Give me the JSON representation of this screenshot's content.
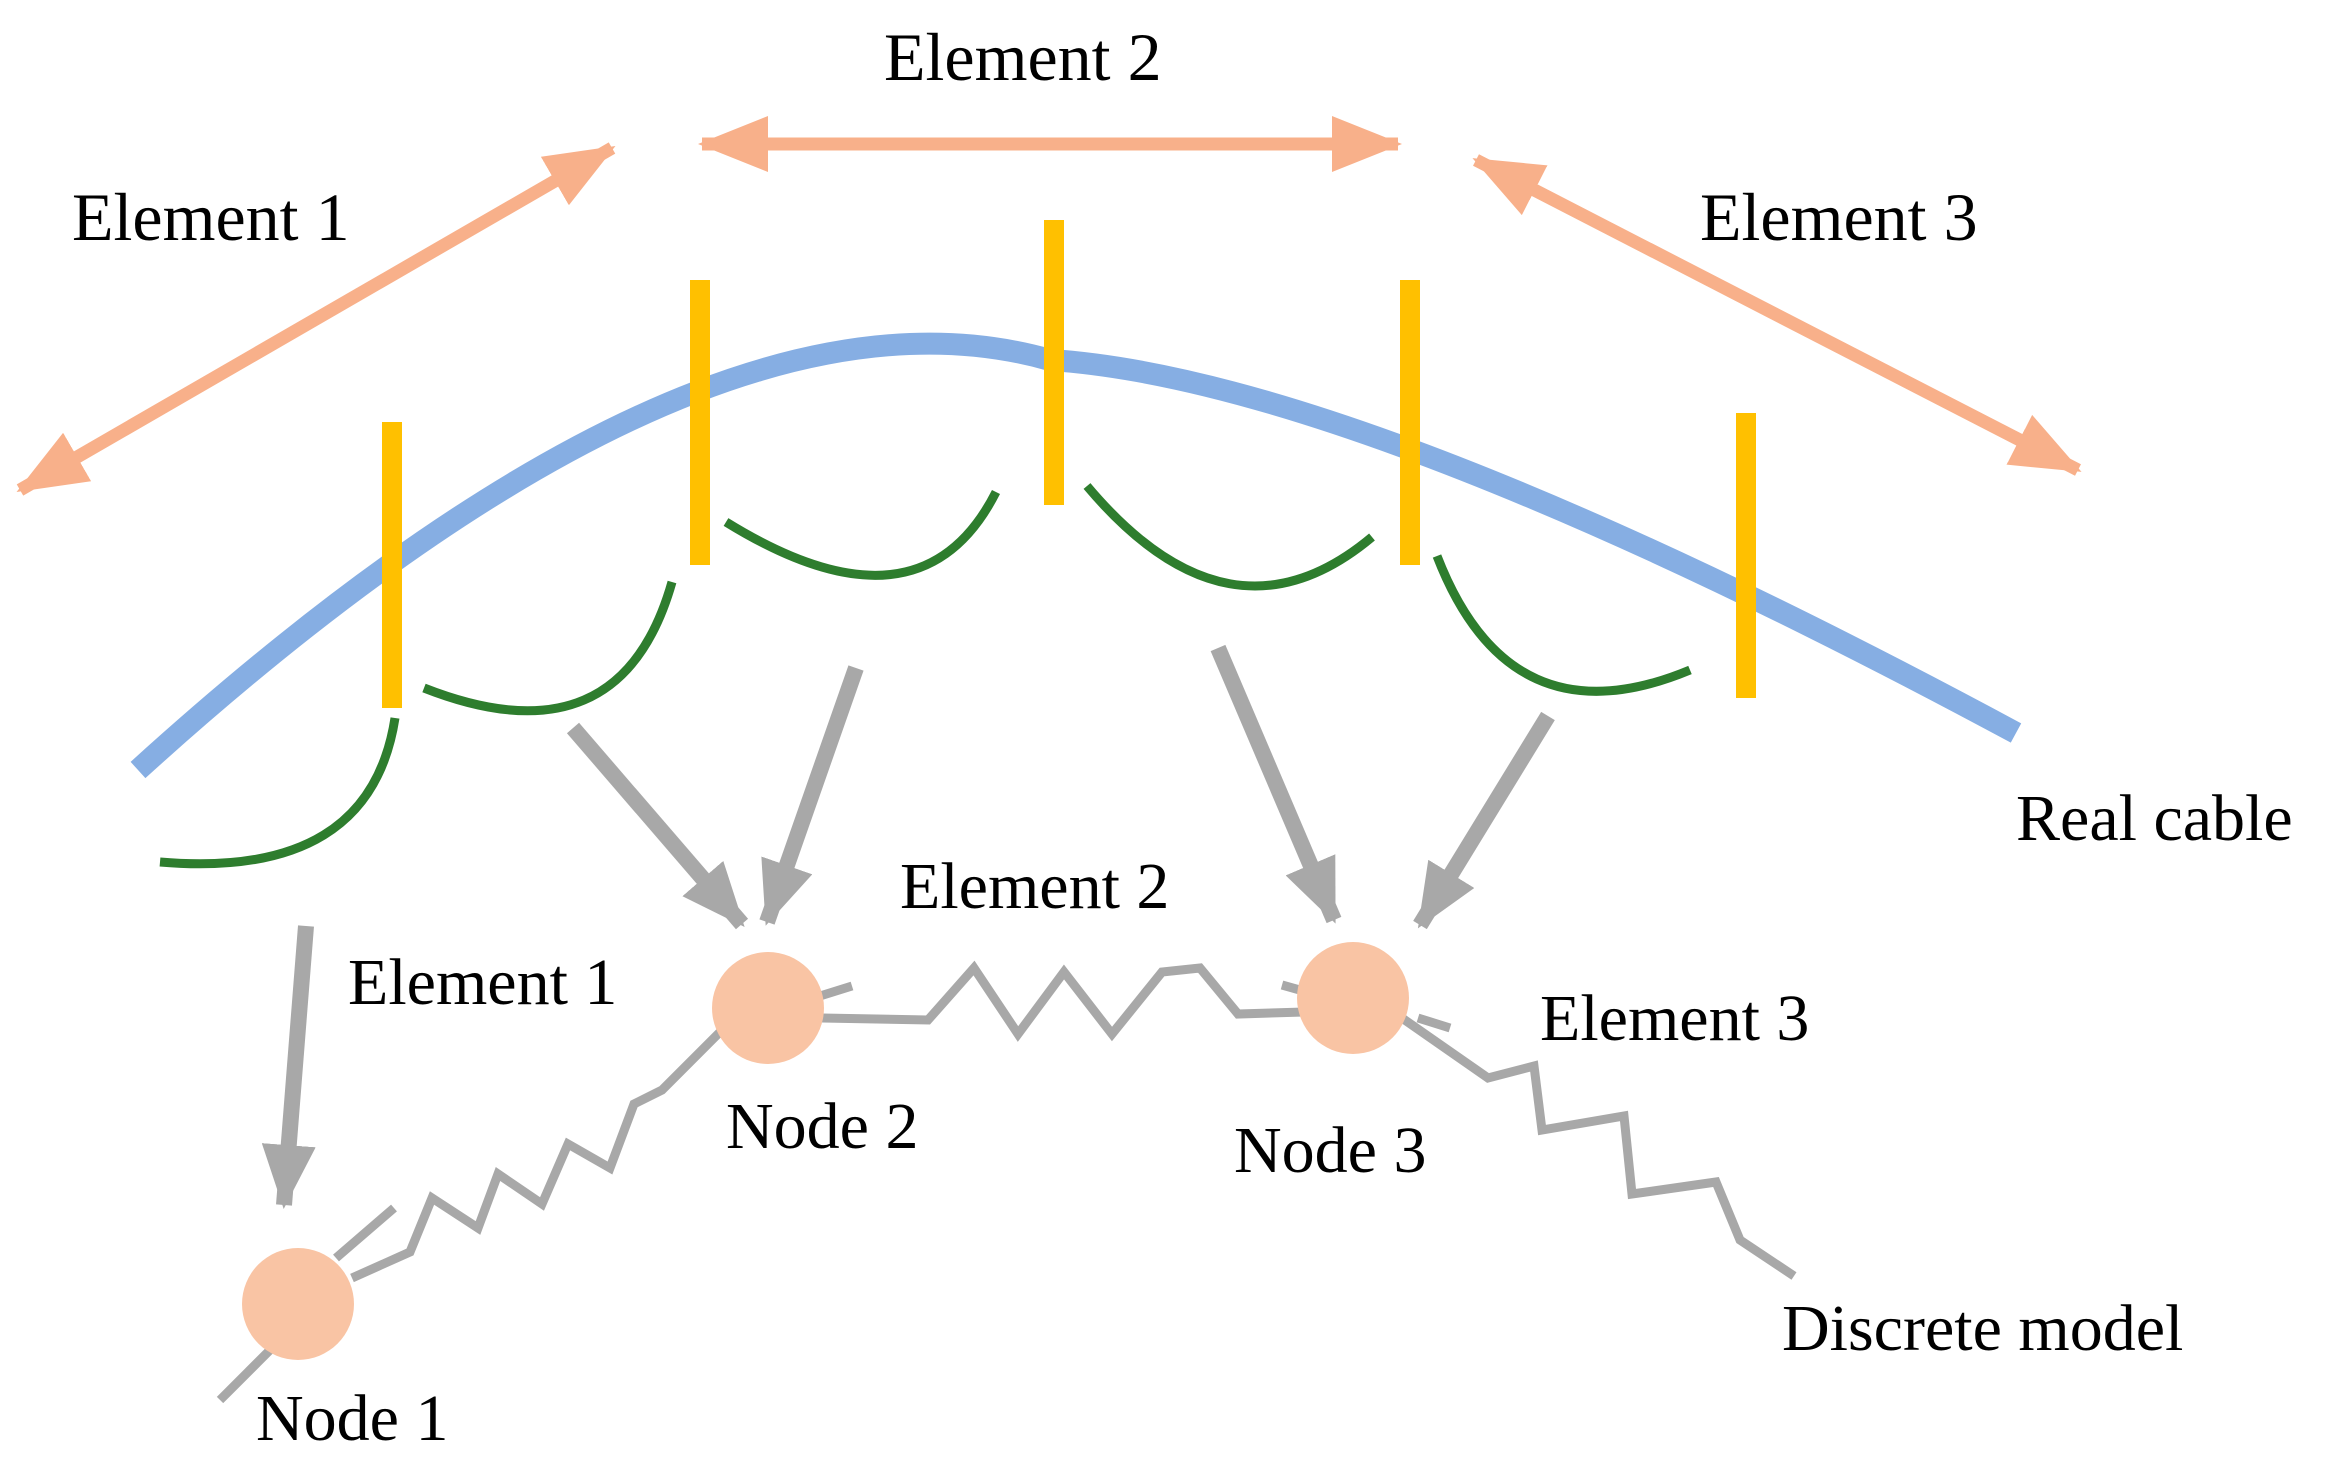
{
  "colors": {
    "element_arrow": "#f8b08a",
    "cable": "#86aee3",
    "element_boundary": "#ffc000",
    "element_arc": "#2e7d2e",
    "mapping_arrow": "#a8a8a8",
    "spring": "#a8a8a8",
    "node": "#f9c4a4",
    "text": "#000000"
  },
  "real_cable": {
    "label": "Real cable",
    "elements": [
      {
        "label": "Element 1"
      },
      {
        "label": "Element 2"
      },
      {
        "label": "Element 3"
      }
    ]
  },
  "discrete_model": {
    "label": "Discrete model",
    "elements": [
      {
        "label": "Element 1"
      },
      {
        "label": "Element 2"
      },
      {
        "label": "Element 3"
      }
    ],
    "nodes": [
      {
        "label": "Node 1"
      },
      {
        "label": "Node 2"
      },
      {
        "label": "Node 3"
      }
    ]
  }
}
